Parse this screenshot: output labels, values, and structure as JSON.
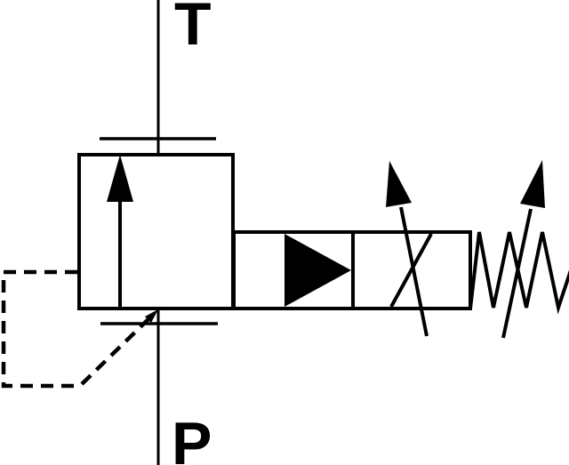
{
  "colors": {
    "line": "#000000",
    "background": "#ffffff"
  },
  "labels": {
    "top_port": "T",
    "bottom_port": "P"
  },
  "schematic": {
    "kind": "hydraulic-valve-symbol",
    "symbol": "pilot-operated proportional pressure relief valve",
    "icons": [
      "tank-port-line-icon",
      "tank-port-tick-icon",
      "valve-body-icon",
      "flow-arrow-icon",
      "pressure-port-line-icon",
      "pressure-port-tick-icon",
      "pilot-line-dashed-icon",
      "pilot-arrowhead-icon",
      "solenoid-box-icon",
      "solenoid-triangle-icon",
      "proportional-arrow-icon",
      "adjustable-spring-icon",
      "spring-adjust-arrow-icon"
    ]
  }
}
